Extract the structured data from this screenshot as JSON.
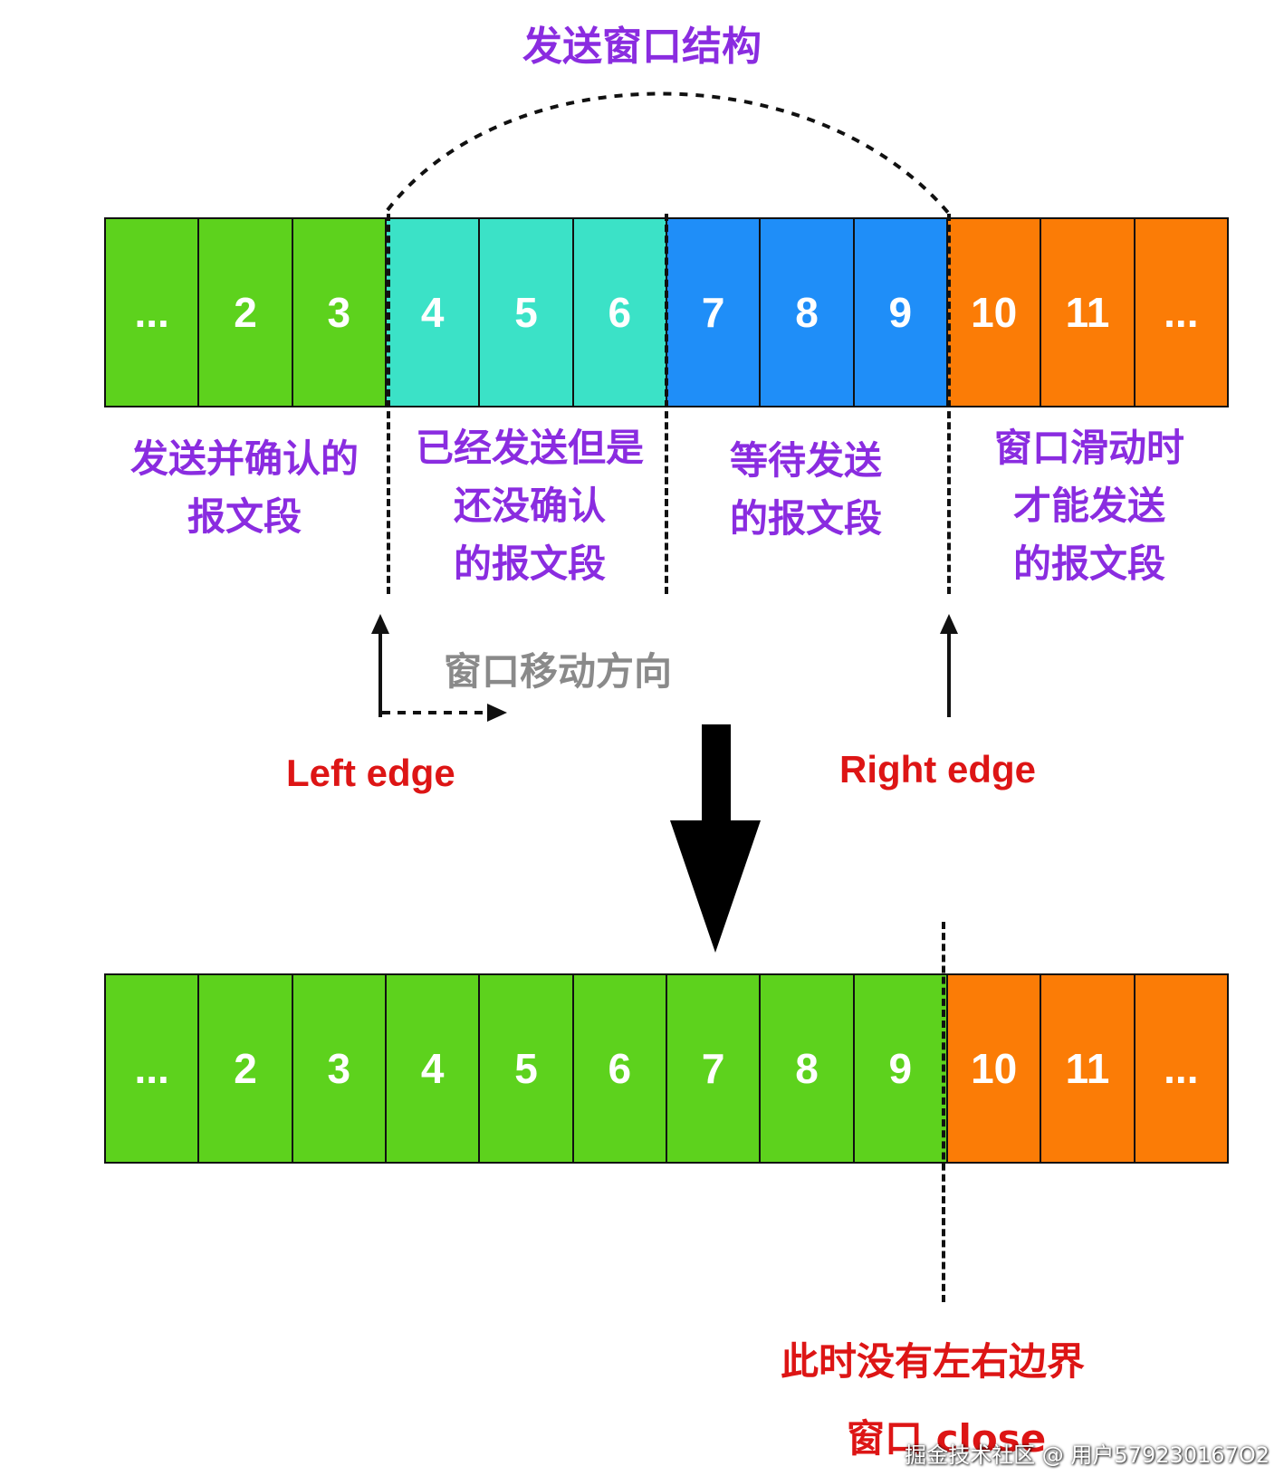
{
  "title": "发送窗口结构",
  "colors": {
    "sent_acked": "#5dd21d",
    "sent_unacked": "#3be2c7",
    "ready_to_send": "#1f8ef8",
    "cannot_send": "#fb7c06",
    "label_text": "#8a2ce0",
    "edge_text": "#dd1515"
  },
  "top_row": {
    "cells": [
      {
        "text": "...",
        "group": "sent_acked"
      },
      {
        "text": "2",
        "group": "sent_acked"
      },
      {
        "text": "3",
        "group": "sent_acked"
      },
      {
        "text": "4",
        "group": "sent_unacked"
      },
      {
        "text": "5",
        "group": "sent_unacked"
      },
      {
        "text": "6",
        "group": "sent_unacked"
      },
      {
        "text": "7",
        "group": "ready_to_send"
      },
      {
        "text": "8",
        "group": "ready_to_send"
      },
      {
        "text": "9",
        "group": "ready_to_send"
      },
      {
        "text": "10",
        "group": "cannot_send"
      },
      {
        "text": "11",
        "group": "cannot_send"
      },
      {
        "text": "...",
        "group": "cannot_send"
      }
    ]
  },
  "labels": {
    "sent_acked": "发送并确认的\n报文段",
    "sent_unacked": "已经发送但是\n还没确认\n的报文段",
    "ready_to_send": "等待发送\n的报文段",
    "cannot_send": "窗口滑动时\n才能发送\n的报文段"
  },
  "move_direction": "窗口移动方向",
  "left_edge": "Left edge",
  "right_edge": "Right edge",
  "bottom_row": {
    "cells": [
      {
        "text": "...",
        "group": "sent_acked"
      },
      {
        "text": "2",
        "group": "sent_acked"
      },
      {
        "text": "3",
        "group": "sent_acked"
      },
      {
        "text": "4",
        "group": "sent_acked"
      },
      {
        "text": "5",
        "group": "sent_acked"
      },
      {
        "text": "6",
        "group": "sent_acked"
      },
      {
        "text": "7",
        "group": "sent_acked"
      },
      {
        "text": "8",
        "group": "sent_acked"
      },
      {
        "text": "9",
        "group": "sent_acked"
      },
      {
        "text": "10",
        "group": "cannot_send"
      },
      {
        "text": "11",
        "group": "cannot_send"
      },
      {
        "text": "...",
        "group": "cannot_send"
      }
    ]
  },
  "no_edges_note": "此时没有左右边界",
  "window_close": "窗口 close",
  "watermark": "掘金技术社区 @ 用户579230167O2"
}
